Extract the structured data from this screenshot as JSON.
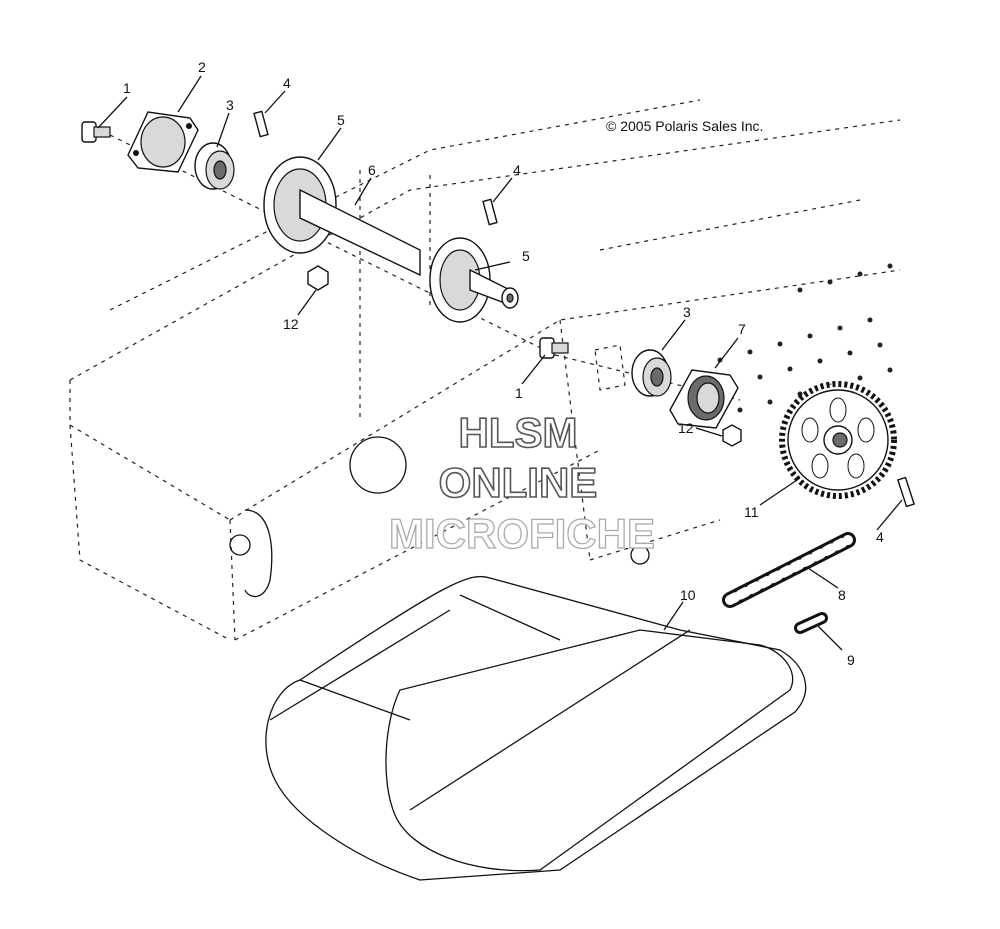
{
  "copyright": "© 2005 Polaris Sales Inc.",
  "watermark": {
    "line1": "HLSM",
    "line2": "ONLINE",
    "line3": "MICROFICHE"
  },
  "callouts": {
    "c1a": "1",
    "c1b": "1",
    "c2": "2",
    "c3a": "3",
    "c3b": "3",
    "c4a": "4",
    "c4b": "4",
    "c4c": "4",
    "c5a": "5",
    "c5b": "5",
    "c6": "6",
    "c7": "7",
    "c8": "8",
    "c9": "9",
    "c10": "10",
    "c11": "11",
    "c12a": "12",
    "c12b": "12"
  }
}
